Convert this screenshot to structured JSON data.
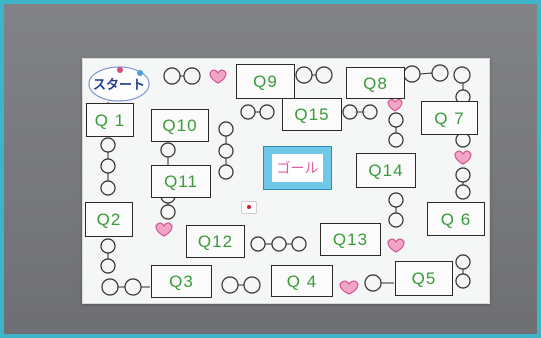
{
  "board": {
    "start_label": "スタート",
    "goal_label": "ゴール",
    "questions": [
      {
        "id": "q1",
        "label": "Q 1"
      },
      {
        "id": "q2",
        "label": "Q2"
      },
      {
        "id": "q3",
        "label": "Q3"
      },
      {
        "id": "q4",
        "label": "Q 4"
      },
      {
        "id": "q5",
        "label": "Q5"
      },
      {
        "id": "q6",
        "label": "Q 6"
      },
      {
        "id": "q7",
        "label": "Q 7"
      },
      {
        "id": "q8",
        "label": "Q8"
      },
      {
        "id": "q9",
        "label": "Q9"
      },
      {
        "id": "q10",
        "label": "Q10"
      },
      {
        "id": "q11",
        "label": "Q11"
      },
      {
        "id": "q12",
        "label": "Q12"
      },
      {
        "id": "q13",
        "label": "Q13"
      },
      {
        "id": "q14",
        "label": "Q14"
      },
      {
        "id": "q15",
        "label": "Q15"
      }
    ]
  },
  "colors": {
    "question_text": "#3a9b3a",
    "heart": "#e86aa6",
    "goal_frame": "#6fc8e8",
    "start_text": "#1d3a8a",
    "die_pip": "#d61f2c"
  }
}
